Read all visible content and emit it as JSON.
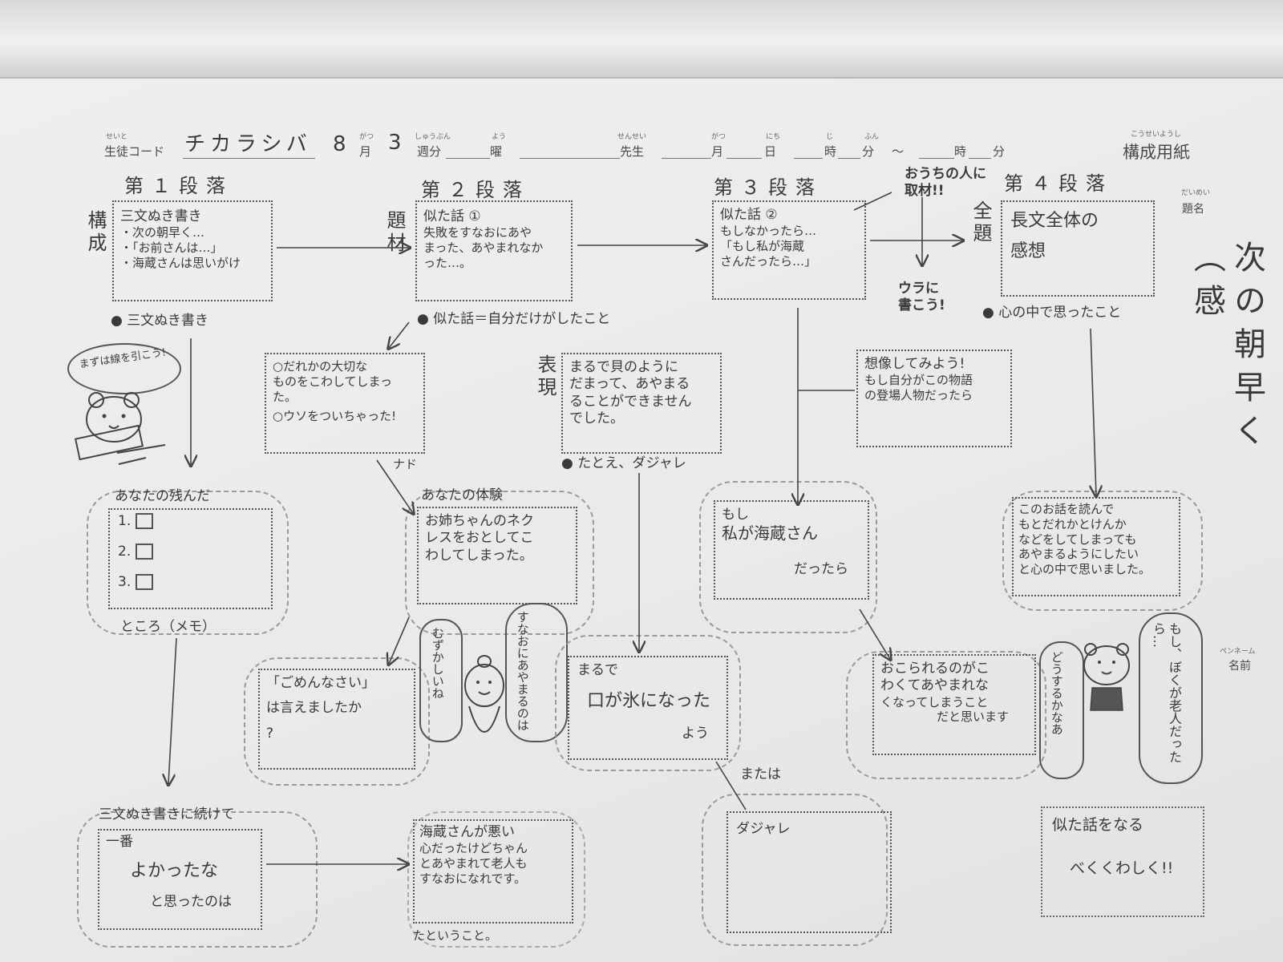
{
  "header": {
    "student_code_label": "生徒コード",
    "student_code_furigana": "せいと",
    "student_code_value": "チカラシバ",
    "month_value": "8",
    "month_label": "月",
    "month_furigana": "がつ",
    "week_value": "3",
    "week_label": "週分",
    "week_furigana": "しゅうぶん",
    "weekday_label": "曜",
    "weekday_furigana": "よう",
    "teacher_label": "先生",
    "teacher_furigana": "せんせい",
    "date_month_label": "月",
    "date_month_furigana": "がつ",
    "date_day_label": "日",
    "date_day_furigana": "にち",
    "time_hour_label": "時",
    "time_hour_furigana": "じ",
    "time_min_label": "分",
    "time_min_furigana": "ふん",
    "tilde": "〜",
    "time2_hour_label": "時",
    "time2_min_label": "分",
    "sheet_title": "構成用紙",
    "sheet_title_furigana": "こうせいようし"
  },
  "side": {
    "title_label": "題名",
    "title_furigana": "だいめい",
    "title_value": "次の朝早く（感",
    "penname_label": "名前",
    "penname_furigana": "ペンネーム"
  },
  "p1": {
    "heading": "第１段落",
    "tag": "構成",
    "box_lines": [
      "三文ぬき書き",
      "・次の朝早く…",
      "・「お前さんは…」",
      "・海蔵さんは思いがけ"
    ],
    "note": "● 三文ぬき書き",
    "bubble": "まずは線を引こう!",
    "memo_title": "あなたの残んだ",
    "memo_items": [
      "1.",
      "2.",
      "3."
    ],
    "memo_footer": "ところ（メモ）",
    "cont_title": "三文ぬき書きに続けて",
    "cont_box_lines": [
      "一番",
      "よかったな",
      "と思ったのは"
    ]
  },
  "p2": {
    "heading": "第２段落",
    "tag": "題材",
    "box_lines": [
      "似た話 ①",
      "失敗をすなおにあや",
      "まった、あやまれなか",
      "った…。"
    ],
    "note": "● 似た話＝自分だけがしたこと",
    "example_lines": [
      "○だれかの大切な",
      "ものをこわしてしまっ",
      "た。",
      "○ウソをついちゃった!"
    ],
    "example_tail": "ナド",
    "experience_title": "あなたの体験",
    "experience_lines": [
      "お姉ちゃんのネク",
      "レスをおとしてこ",
      "わしてしまった。"
    ],
    "gomen_lines": [
      "「ごめんなさい」",
      "は言えましたか",
      "?"
    ],
    "kaizo_lines": [
      "海蔵さんが悪い",
      "心だったけどちゃん",
      "とあやまれて老人も",
      "すなおになれです。",
      "たということ。"
    ],
    "speech_hard": "むずかしいね",
    "speech_sunao": "すなおにあやまるのは"
  },
  "expr": {
    "tag": "表現",
    "box_lines": [
      "まるで貝のように",
      "だまって、あやまる",
      "ることができません",
      "でした。"
    ],
    "note": "● たとえ、ダジャレ",
    "marude_lines": [
      "まるで",
      "口が氷になった",
      "よう"
    ],
    "or_label": "または",
    "dajare_label": "ダジャレ"
  },
  "p3": {
    "heading": "第３段落",
    "box_lines": [
      "似た話 ②",
      "もしなかったら…",
      "「もし私が海蔵",
      "さんだったら…」"
    ],
    "interview_lines": [
      "おうちの人に",
      "取材!!"
    ],
    "uranitext_lines": [
      "ウラに",
      "書こう!"
    ],
    "imagine_lines": [
      "想像してみよう!",
      "もし自分がこの物語",
      "の登場人物だったら"
    ],
    "moshi_lines": [
      "もし",
      "私が海蔵さん",
      "だったら"
    ],
    "okorare_lines": [
      "おこられるのがこ",
      "わくてあやまれな",
      "くなってしまうこと",
      "だと思います"
    ],
    "speech_dosuru": "どうするかなあ",
    "speech_roujin": "もし、ぼくが老人だったら…"
  },
  "p4": {
    "heading": "第４段落",
    "tag": "全題",
    "box_lines": [
      "長文全体の",
      "感想"
    ],
    "note": "● 心の中で思ったこと",
    "kansou_lines": [
      "このお話を読んで",
      "もとだれかとけんか",
      "などをしてしまっても",
      "あやまるようにしたい",
      "と心の中で思いました。"
    ],
    "final_lines": [
      "似た話をなる",
      "べくくわしく!!"
    ]
  }
}
